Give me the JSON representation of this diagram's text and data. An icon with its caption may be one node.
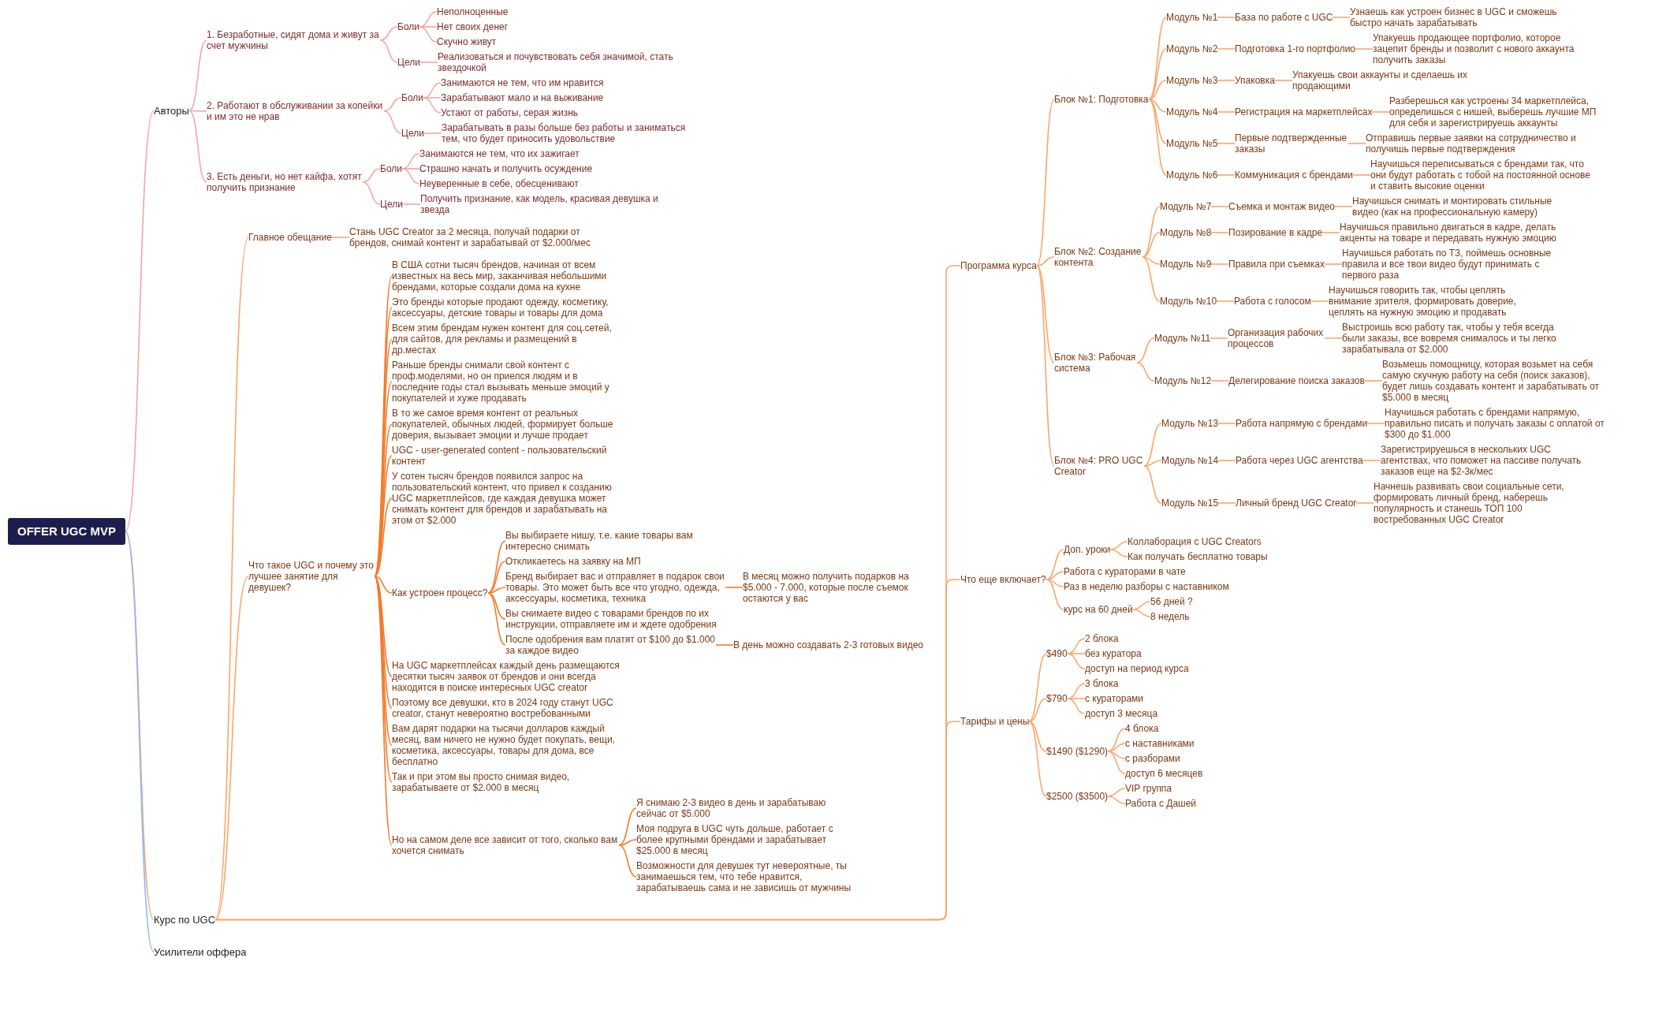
{
  "diagram": {
    "nodes": [
      {
        "text": [
          "OFFER UGC MVP"
        ]
      },
      {
        "text": [
          "Авторы"
        ]
      },
      {
        "text": [
          "1. Безработные, сидят дома и живут за счет мужчины"
        ]
      },
      {
        "text": [
          "Боли"
        ]
      },
      {
        "text": [
          "Неполноценные"
        ]
      },
      {
        "text": [
          "Нет своих денег"
        ]
      },
      {
        "text": [
          "Скучно живут"
        ]
      },
      {
        "text": [
          "Цели"
        ]
      },
      {
        "text": [
          "Реализоваться и почувствовать себя значимой, стать звездочкой"
        ]
      },
      {
        "text": [
          "2. Работают в обслуживании за копейки и им это не нрав"
        ]
      },
      {
        "text": [
          "Боли"
        ]
      },
      {
        "text": [
          "Занимаются не тем, что им нравится"
        ]
      },
      {
        "text": [
          "Зарабатывают мало и на выживание"
        ]
      },
      {
        "text": [
          "Устают от работы, серая жизнь"
        ]
      },
      {
        "text": [
          "Цели"
        ]
      },
      {
        "text": [
          "Зарабатывать в разы больше без работы и заниматься тем, что будет приносить удовольствие"
        ]
      },
      {
        "text": [
          "3. Есть деньги, но нет кайфа, хотят получить признание"
        ]
      },
      {
        "text": [
          "Боли"
        ]
      },
      {
        "text": [
          "Занимаются не тем, что их зажигает"
        ]
      },
      {
        "text": [
          "Страшно начать и получить осуждение"
        ]
      },
      {
        "text": [
          "Неуверенные в себе, обесценивают"
        ]
      },
      {
        "text": [
          "Цели"
        ]
      },
      {
        "text": [
          "Получить признание, как модель, красивая девушка и звезда"
        ]
      },
      {
        "text": [
          "Курс по UGC"
        ]
      },
      {
        "text": [
          "Главное обещание"
        ]
      },
      {
        "text": [
          "Стань UGC Creator за 2 месяца, получай подарки от брендов, снимай контент и зарабатывай от $2.000/мес"
        ]
      },
      {
        "text": [
          "Что такое UGC и почему это лучшее занятие для девушек?"
        ]
      },
      {
        "text": [
          "В США сотни тысяч брендов, начиная от всем известных на весь мир, заканчивая небольшими брендами, которые создали дома на кухне"
        ]
      },
      {
        "text": [
          "Это бренды которые продают одежду, косметику, аксессуары, детские товары и товары для дома"
        ]
      },
      {
        "text": [
          "Всем этим брендам нужен контент для соц.сетей, для сайтов, для рекламы и размещений в др.местах"
        ]
      },
      {
        "text": [
          "Раньше бренды снимали свой контент с проф.моделями, но он приелся людям и в последние годы стал вызывать меньше эмоций у покупателей и хуже продавать"
        ]
      },
      {
        "text": [
          "В то же самое время контент от реальных покупателей, обычных людей, формирует больше доверия, вызывает эмоции и лучше продает"
        ]
      },
      {
        "text": [
          "UGC - user-generated content - пользовательский контент"
        ]
      },
      {
        "text": [
          "У сотен тысяч брендов появился запрос на пользовательский контент, что привел к созданию UGC маркетплейсов, где каждая девушка может снимать контент для брендов и зарабатывать на этом от $2.000"
        ]
      },
      {
        "text": [
          "Как устроен процесс?"
        ]
      },
      {
        "text": [
          "Вы выбираете нишу, т.е. какие товары вам интересно снимать"
        ]
      },
      {
        "text": [
          "Откликаетесь на заявку на МП"
        ]
      },
      {
        "text": [
          "Бренд выбирает вас и отправляет в подарок свои товары. Это может быть все что угодно, одежда, аксессуары, косметика, техника"
        ]
      },
      {
        "text": [
          "В месяц можно получить подарков на $5.000 - 7.000, которые после съемок остаются у вас"
        ]
      },
      {
        "text": [
          "Вы снимаете видео с товарами брендов по их инструкции, отправляете им и ждете одобрения"
        ]
      },
      {
        "text": [
          "После одобрения вам платят от $100 до $1.000 за каждое видео"
        ]
      },
      {
        "text": [
          "В день можно создавать 2-3 готовых видео"
        ]
      },
      {
        "text": [
          "На UGC маркетплейсах каждый день размещаются десятки тысяч заявок от брендов и они всегда находятся в поиске интересных UGC creator"
        ]
      },
      {
        "text": [
          "Поэтому все девушки, кто в 2024 году станут UGC creator, станут невероятно востребованными"
        ]
      },
      {
        "text": [
          "Вам дарят подарки на тысячи долларов каждый месяц, вам ничего не нужно будет покупать, вещи, косметика, аксессуары, товары для дома, все бесплатно"
        ]
      },
      {
        "text": [
          "Так и при этом вы просто снимая видео, зарабатываете от $2.000 в месяц"
        ]
      },
      {
        "text": [
          "Но на самом деле все зависит от того, сколько вам хочется снимать"
        ]
      },
      {
        "text": [
          "Я снимаю 2-3 видео в день и зарабатываю сейчас от $5.000"
        ]
      },
      {
        "text": [
          "Моя подруга в UGC чуть дольше, работает с более крупными брендами и зарабатывает $25.000 в месяц"
        ]
      },
      {
        "text": [
          "Возможности для девушек тут невероятные, ты занимаешься тем, что тебе нравится, зарабатываешь сама и не зависишь от мужчины"
        ]
      },
      {
        "text": [
          "Программа курса"
        ]
      },
      {
        "text": [
          "Блок №1: Подготовка"
        ]
      },
      {
        "text": [
          "Модуль №1"
        ]
      },
      {
        "text": [
          "База по работе с UGC"
        ]
      },
      {
        "text": [
          "Узнаешь как устроен бизнес в UGC и сможешь быстро начать зарабатывать"
        ]
      },
      {
        "text": [
          "Модуль №2"
        ]
      },
      {
        "text": [
          "Подготовка 1-го портфолио"
        ]
      },
      {
        "text": [
          "Упакуешь продающее портфолио, которое зацепит бренды и позволит с нового аккаунта получить заказы"
        ]
      },
      {
        "text": [
          "Модуль №3"
        ]
      },
      {
        "text": [
          "Упаковка"
        ]
      },
      {
        "text": [
          "Упакуешь свои аккаунты и сделаешь их продающими"
        ]
      },
      {
        "text": [
          "Модуль №4"
        ]
      },
      {
        "text": [
          "Регистрация на маркетплейсах"
        ]
      },
      {
        "text": [
          "Разберешься как устроены 34 маркетплейса, определишься с нишей, выберешь лучшие МП для себя и зарегистрируешь аккаунты"
        ]
      },
      {
        "text": [
          "Модуль №5"
        ]
      },
      {
        "text": [
          "Первые подтвержденные заказы"
        ]
      },
      {
        "text": [
          "Отправишь первые заявки на сотрудничество и получишь первые подтверждения"
        ]
      },
      {
        "text": [
          "Модуль №6"
        ]
      },
      {
        "text": [
          "Коммуникация с брендами"
        ]
      },
      {
        "text": [
          "Научишься переписываться с брендами так, что они будут работать с тобой на постоянной основе и ставить высокие оценки"
        ]
      },
      {
        "text": [
          "Блок №2: Создание контента"
        ]
      },
      {
        "text": [
          "Модуль №7"
        ]
      },
      {
        "text": [
          "Съемка и монтаж видео"
        ]
      },
      {
        "text": [
          "Научишься снимать и монтировать стильные видео (как на профессиональную камеру)"
        ]
      },
      {
        "text": [
          "Модуль №8"
        ]
      },
      {
        "text": [
          "Позирование в кадре"
        ]
      },
      {
        "text": [
          "Научишься правильно двигаться в кадре, делать акценты на товаре и передавать нужную эмоцию"
        ]
      },
      {
        "text": [
          "Модуль №9"
        ]
      },
      {
        "text": [
          "Правила при съемках"
        ]
      },
      {
        "text": [
          "Научишься работать по ТЗ, поймешь основные правила и все твои видео будут принимать с первого раза"
        ]
      },
      {
        "text": [
          "Модуль №10"
        ]
      },
      {
        "text": [
          "Работа с голосом"
        ]
      },
      {
        "text": [
          "Научишься говорить так, чтобы цеплять внимание зрителя, формировать доверие, цеплять на нужную эмоцию и продавать"
        ]
      },
      {
        "text": [
          "Блок №3: Рабочая система"
        ]
      },
      {
        "text": [
          "Модуль №11"
        ]
      },
      {
        "text": [
          "Организация рабочих процессов"
        ]
      },
      {
        "text": [
          "Выстроишь всю работу так, чтобы у тебя всегда были заказы, все вовремя снималось и ты легко зарабатывала от $2.000"
        ]
      },
      {
        "text": [
          "Модуль №12"
        ]
      },
      {
        "text": [
          "Делегирование поиска заказов"
        ]
      },
      {
        "text": [
          "Возьмешь помощницу, которая возьмет на себя самую скучную работу на себя (поиск заказов), будет лишь создавать контент и зарабатывать от $5.000 в месяц"
        ]
      },
      {
        "text": [
          "Блок №4: PRO UGC Creator"
        ]
      },
      {
        "text": [
          "Модуль №13"
        ]
      },
      {
        "text": [
          "Работа напрямую с брендами"
        ]
      },
      {
        "text": [
          "Научишься работать с брендами напрямую, правильно писать и получать заказы с оплатой от $300 до $1.000"
        ]
      },
      {
        "text": [
          "Модуль №14"
        ]
      },
      {
        "text": [
          "Работа через UGC агентства"
        ]
      },
      {
        "text": [
          "Зарегистрируешься в нескольких UGC агентствах, что поможет на пассиве получать заказов еще на $2-3к/мес"
        ]
      },
      {
        "text": [
          "Модуль №15"
        ]
      },
      {
        "text": [
          "Личный бренд UGC Creator"
        ]
      },
      {
        "text": [
          "Начнешь развивать свои социальные сети, формировать личный бренд, наберешь популярность и станешь ТОП 100 востребованных UGC Creator"
        ]
      },
      {
        "text": [
          "Что еще включает?"
        ]
      },
      {
        "text": [
          "Доп. уроки"
        ]
      },
      {
        "text": [
          "Коллаборация с UGC Creators"
        ]
      },
      {
        "text": [
          "Как получать бесплатно товары"
        ]
      },
      {
        "text": [
          "Работа с кураторами в чате"
        ]
      },
      {
        "text": [
          "Раз в неделю разборы с наставником"
        ]
      },
      {
        "text": [
          "курс на 60 дней"
        ]
      },
      {
        "text": [
          "56 дней ?"
        ]
      },
      {
        "text": [
          "8 недель"
        ]
      },
      {
        "text": [
          "Тарифы и цены"
        ]
      },
      {
        "text": [
          "$490"
        ]
      },
      {
        "text": [
          "2 блока"
        ]
      },
      {
        "text": [
          "без куратора"
        ]
      },
      {
        "text": [
          "доступ на период курса"
        ]
      },
      {
        "text": [
          "$790"
        ]
      },
      {
        "text": [
          "3 блока"
        ]
      },
      {
        "text": [
          "с кураторами"
        ]
      },
      {
        "text": [
          "доступ 3 месяца"
        ]
      },
      {
        "text": [
          "$1490 ($1290)"
        ]
      },
      {
        "text": [
          "4 блока"
        ]
      },
      {
        "text": [
          "с наставниками"
        ]
      },
      {
        "text": [
          "с разборами"
        ]
      },
      {
        "text": [
          "доступ 6 месяцев"
        ]
      },
      {
        "text": [
          "$2500 ($3500)"
        ]
      },
      {
        "text": [
          "VIP группа"
        ]
      },
      {
        "text": [
          "Работа с Дашей"
        ]
      },
      {
        "text": [
          "Усилители оффера"
        ]
      }
    ],
    "edges": [
      {
        "from": 0,
        "to": 1,
        "arrow": "none",
        "color": "#f4a6a6"
      },
      {
        "from": 1,
        "to": 2,
        "arrow": "none",
        "color": "#f4a6a6"
      },
      {
        "from": 2,
        "to": 3,
        "arrow": "none",
        "color": "#f4a6a6"
      },
      {
        "from": 3,
        "to": 4,
        "arrow": "none",
        "color": "#f4a6a6"
      },
      {
        "from": 3,
        "to": 5,
        "arrow": "none",
        "color": "#f4a6a6"
      },
      {
        "from": 3,
        "to": 6,
        "arrow": "none",
        "color": "#f4a6a6"
      },
      {
        "from": 2,
        "to": 7,
        "arrow": "none",
        "color": "#f4a6a6"
      },
      {
        "from": 7,
        "to": 8,
        "arrow": "none",
        "color": "#f4a6a6"
      },
      {
        "from": 1,
        "to": 9,
        "arrow": "none",
        "color": "#f4a6a6"
      },
      {
        "from": 9,
        "to": 10,
        "arrow": "none",
        "color": "#f4a6a6"
      },
      {
        "from": 10,
        "to": 11,
        "arrow": "none",
        "color": "#f4a6a6"
      },
      {
        "from": 10,
        "to": 12,
        "arrow": "none",
        "color": "#f4a6a6"
      },
      {
        "from": 10,
        "to": 13,
        "arrow": "none",
        "color": "#f4a6a6"
      },
      {
        "from": 9,
        "to": 14,
        "arrow": "none",
        "color": "#f4a6a6"
      },
      {
        "from": 14,
        "to": 15,
        "arrow": "none",
        "color": "#f4a6a6"
      },
      {
        "from": 1,
        "to": 16,
        "arrow": "none",
        "color": "#f4a6a6"
      },
      {
        "from": 16,
        "to": 17,
        "arrow": "none",
        "color": "#f4a6a6"
      },
      {
        "from": 17,
        "to": 18,
        "arrow": "none",
        "color": "#f4a6a6"
      },
      {
        "from": 17,
        "to": 19,
        "arrow": "none",
        "color": "#f4a6a6"
      },
      {
        "from": 17,
        "to": 20,
        "arrow": "none",
        "color": "#f4a6a6"
      },
      {
        "from": 16,
        "to": 21,
        "arrow": "none",
        "color": "#f4a6a6"
      },
      {
        "from": 21,
        "to": 22,
        "arrow": "none",
        "color": "#f4a6a6"
      },
      {
        "from": 0,
        "to": 23,
        "arrow": "none"
      },
      {
        "from": 23,
        "to": 24,
        "arrow": "none"
      },
      {
        "from": 24,
        "to": 25,
        "arrow": "none"
      },
      {
        "from": 23,
        "to": 26,
        "arrow": "none"
      },
      {
        "from": 26,
        "to": 27,
        "arrow": "none",
        "color": "#f47a2c"
      },
      {
        "from": 26,
        "to": 28,
        "arrow": "none",
        "color": "#f47a2c"
      },
      {
        "from": 26,
        "to": 29,
        "arrow": "none",
        "color": "#f47a2c"
      },
      {
        "from": 26,
        "to": 30,
        "arrow": "none",
        "color": "#f47a2c"
      },
      {
        "from": 26,
        "to": 31,
        "arrow": "none",
        "color": "#f47a2c"
      },
      {
        "from": 26,
        "to": 32,
        "arrow": "none",
        "color": "#f47a2c"
      },
      {
        "from": 26,
        "to": 33,
        "arrow": "none",
        "color": "#f47a2c"
      },
      {
        "from": 26,
        "to": 34,
        "arrow": "none",
        "color": "#f47a2c"
      },
      {
        "from": 34,
        "to": 35,
        "arrow": "none",
        "color": "#f47a2c"
      },
      {
        "from": 34,
        "to": 36,
        "arrow": "none",
        "color": "#f47a2c"
      },
      {
        "from": 34,
        "to": 37,
        "arrow": "none",
        "color": "#f47a2c"
      },
      {
        "from": 37,
        "to": 38,
        "arrow": "none",
        "color": "#f47a2c"
      },
      {
        "from": 34,
        "to": 39,
        "arrow": "none",
        "color": "#f47a2c"
      },
      {
        "from": 34,
        "to": 40,
        "arrow": "none",
        "color": "#f47a2c"
      },
      {
        "from": 40,
        "to": 41,
        "arrow": "none",
        "color": "#f47a2c"
      },
      {
        "from": 26,
        "to": 42,
        "arrow": "none",
        "color": "#f47a2c"
      },
      {
        "from": 26,
        "to": 43,
        "arrow": "none",
        "color": "#f47a2c"
      },
      {
        "from": 26,
        "to": 44,
        "arrow": "none",
        "color": "#f47a2c"
      },
      {
        "from": 26,
        "to": 45,
        "arrow": "none",
        "color": "#f47a2c"
      },
      {
        "from": 26,
        "to": 46,
        "arrow": "none",
        "color": "#f47a2c"
      },
      {
        "from": 46,
        "to": 47,
        "arrow": "none",
        "color": "#f47a2c"
      },
      {
        "from": 46,
        "to": 48,
        "arrow": "none",
        "color": "#f47a2c"
      },
      {
        "from": 46,
        "to": 49,
        "arrow": "none",
        "color": "#f47a2c"
      },
      {
        "from": 23,
        "to": 50,
        "arrow": "none"
      },
      {
        "from": 50,
        "to": 51,
        "arrow": "none"
      },
      {
        "from": 51,
        "to": 52,
        "arrow": "none"
      },
      {
        "from": 52,
        "to": 53,
        "arrow": "none"
      },
      {
        "from": 53,
        "to": 54,
        "arrow": "none"
      },
      {
        "from": 51,
        "to": 55,
        "arrow": "none"
      },
      {
        "from": 55,
        "to": 56,
        "arrow": "none"
      },
      {
        "from": 56,
        "to": 57,
        "arrow": "none"
      },
      {
        "from": 51,
        "to": 58,
        "arrow": "none"
      },
      {
        "from": 58,
        "to": 59,
        "arrow": "none"
      },
      {
        "from": 59,
        "to": 60,
        "arrow": "none"
      },
      {
        "from": 51,
        "to": 61,
        "arrow": "none"
      },
      {
        "from": 61,
        "to": 62,
        "arrow": "none"
      },
      {
        "from": 62,
        "to": 63,
        "arrow": "none"
      },
      {
        "from": 51,
        "to": 64,
        "arrow": "none"
      },
      {
        "from": 64,
        "to": 65,
        "arrow": "none"
      },
      {
        "from": 65,
        "to": 66,
        "arrow": "none"
      },
      {
        "from": 51,
        "to": 67,
        "arrow": "none"
      },
      {
        "from": 67,
        "to": 68,
        "arrow": "none"
      },
      {
        "from": 68,
        "to": 69,
        "arrow": "none"
      },
      {
        "from": 50,
        "to": 70,
        "arrow": "none"
      },
      {
        "from": 70,
        "to": 71,
        "arrow": "none"
      },
      {
        "from": 71,
        "to": 72,
        "arrow": "none"
      },
      {
        "from": 72,
        "to": 73,
        "arrow": "none"
      },
      {
        "from": 70,
        "to": 74,
        "arrow": "none"
      },
      {
        "from": 74,
        "to": 75,
        "arrow": "none"
      },
      {
        "from": 75,
        "to": 76,
        "arrow": "none"
      },
      {
        "from": 70,
        "to": 77,
        "arrow": "none"
      },
      {
        "from": 77,
        "to": 78,
        "arrow": "none"
      },
      {
        "from": 78,
        "to": 79,
        "arrow": "none"
      },
      {
        "from": 70,
        "to": 80,
        "arrow": "none"
      },
      {
        "from": 80,
        "to": 81,
        "arrow": "none"
      },
      {
        "from": 81,
        "to": 82,
        "arrow": "none"
      },
      {
        "from": 50,
        "to": 83,
        "arrow": "none"
      },
      {
        "from": 83,
        "to": 84,
        "arrow": "none"
      },
      {
        "from": 84,
        "to": 85,
        "arrow": "none"
      },
      {
        "from": 85,
        "to": 86,
        "arrow": "none"
      },
      {
        "from": 83,
        "to": 87,
        "arrow": "none"
      },
      {
        "from": 87,
        "to": 88,
        "arrow": "none"
      },
      {
        "from": 88,
        "to": 89,
        "arrow": "none"
      },
      {
        "from": 50,
        "to": 90,
        "arrow": "none"
      },
      {
        "from": 90,
        "to": 91,
        "arrow": "none"
      },
      {
        "from": 91,
        "to": 92,
        "arrow": "none"
      },
      {
        "from": 92,
        "to": 93,
        "arrow": "none"
      },
      {
        "from": 90,
        "to": 94,
        "arrow": "none"
      },
      {
        "from": 94,
        "to": 95,
        "arrow": "none"
      },
      {
        "from": 95,
        "to": 96,
        "arrow": "none"
      },
      {
        "from": 90,
        "to": 97,
        "arrow": "none"
      },
      {
        "from": 97,
        "to": 98,
        "arrow": "none"
      },
      {
        "from": 98,
        "to": 99,
        "arrow": "none"
      },
      {
        "from": 23,
        "to": 100,
        "arrow": "none"
      },
      {
        "from": 100,
        "to": 101,
        "arrow": "none"
      },
      {
        "from": 101,
        "to": 102,
        "arrow": "none"
      },
      {
        "from": 101,
        "to": 103,
        "arrow": "none"
      },
      {
        "from": 100,
        "to": 104,
        "arrow": "none"
      },
      {
        "from": 100,
        "to": 105,
        "arrow": "none"
      },
      {
        "from": 100,
        "to": 106,
        "arrow": "none"
      },
      {
        "from": 106,
        "to": 107,
        "arrow": "none"
      },
      {
        "from": 106,
        "to": 108,
        "arrow": "none"
      },
      {
        "from": 23,
        "to": 109,
        "arrow": "none"
      },
      {
        "from": 109,
        "to": 110,
        "arrow": "none"
      },
      {
        "from": 110,
        "to": 111,
        "arrow": "none"
      },
      {
        "from": 110,
        "to": 112,
        "arrow": "none"
      },
      {
        "from": 110,
        "to": 113,
        "arrow": "none"
      },
      {
        "from": 109,
        "to": 114,
        "arrow": "none"
      },
      {
        "from": 114,
        "to": 115,
        "arrow": "none"
      },
      {
        "from": 114,
        "to": 116,
        "arrow": "none"
      },
      {
        "from": 114,
        "to": 117,
        "arrow": "none"
      },
      {
        "from": 109,
        "to": 118,
        "arrow": "none"
      },
      {
        "from": 118,
        "to": 119,
        "arrow": "none"
      },
      {
        "from": 118,
        "to": 120,
        "arrow": "none"
      },
      {
        "from": 118,
        "to": 121,
        "arrow": "none"
      },
      {
        "from": 118,
        "to": 122,
        "arrow": "none"
      },
      {
        "from": 109,
        "to": 123,
        "arrow": "none"
      },
      {
        "from": 123,
        "to": 124,
        "arrow": "none"
      },
      {
        "from": 123,
        "to": 125,
        "arrow": "none"
      },
      {
        "from": 0,
        "to": 126,
        "arrow": "none",
        "color": "#8db6f5"
      }
    ]
  }
}
